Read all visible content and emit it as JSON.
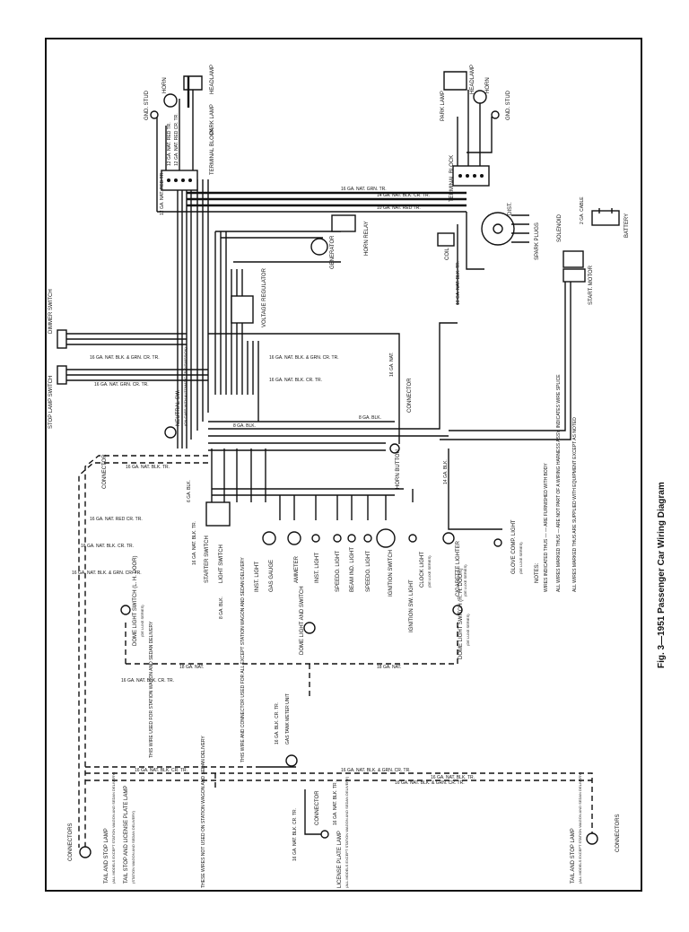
{
  "title": "Fig. 3—1951 Passenger Car Wiring Diagram",
  "notes": {
    "heading": "NOTES:",
    "items": [
      "WIRES INDICATED THUS — — ARE FURNISHED WITH BODY",
      "ALL WIRES MARKED THUS — ARE NOT PART OF A WIRING HARNESS ASSY. INDICATES WIRE SPLICE",
      "ALL WIRES MARKED THUS ARE SUPPLIED WITH EQUIPMENT EXCEPT AS NOTED"
    ]
  },
  "components": {
    "gnd_stud_left": "GND. STUD",
    "horn_left": "HORN",
    "headlamp_left": "HEADLAMP",
    "park_lamp_left": "PARK LAMP",
    "terminal_block_left": "TERMINAL BLOCK",
    "gnd_stud_right": "GND. STUD",
    "horn_right": "HORN",
    "headlamp_right": "HEADLAMP",
    "park_lamp_right": "PARK LAMP",
    "terminal_block_right": "TERMINAL BLOCK",
    "dist": "DIST.",
    "coil": "COIL",
    "spark_plugs": "SPARK PLUGS",
    "solenoid": "SOLENOID",
    "battery": "BATTERY",
    "start_motor": "START. MOTOR",
    "horn_relay": "HORN RELAY",
    "generator": "GENERATOR",
    "voltage_regulator": "VOLTAGE REGULATOR",
    "dimmer_switch": "DIMMER SWITCH",
    "stop_lamp_switch": "STOP LAMP SWITCH",
    "neutral_sw": "NEUTRAL SW.",
    "neutral_sw_note": "(ON CARS WITH AUTOMATIC TRANSMISSION)",
    "connector_left": "CONNECTOR",
    "connector_mid": "CONNECTOR",
    "horn_button": "HORN BUTTON",
    "starter_switch": "STARTER SWITCH",
    "light_switch": "LIGHT SWITCH",
    "inst_light_1": "INST. LIGHT",
    "gas_gauge": "GAS GAUGE",
    "ammeter": "AMMETER",
    "inst_light_2": "INST. LIGHT",
    "speedo_light_1": "SPEEDO. LIGHT",
    "beam_ind_light": "BEAM IND. LIGHT",
    "speedo_light_2": "SPEEDO. LIGHT",
    "ignition_switch": "IGNITION SWITCH",
    "ignition_sw_light": "IGNITION SW. LIGHT",
    "clock_light": "CLOCK LIGHT",
    "clock_light_note": "(DE LUXE SERIES)",
    "cigarette_lighter": "CIGARETTE LIGHTER",
    "cigarette_lighter_note": "(DE LUXE SERIES)",
    "glove_comp_light": "GLOVE COMP. LIGHT",
    "glove_comp_light_note": "(DE LUXE SERIES)",
    "dome_light_switch_lh": "DOME LIGHT SWITCH (L. H. DOOR)",
    "dome_light_switch_lh_note": "(DE LUXE SERIES)",
    "dome_light_and_switch": "DOME LIGHT AND SWITCH",
    "dome_light_switch_rh": "DOME LIGHT SWITCH (R. H. DOOR)",
    "dome_light_switch_rh_note": "(DE LUXE SERIES)",
    "wire_used_note": "THIS WIRE USED FOR STATION WAGON AND SEDAN DELIVERY",
    "connector_used_note": "THIS WIRE AND CONNECTOR USED FOR ALL EXCEPT STATION WAGON AND SEDAN DELIVERY",
    "gas_tank_unit": "GAS TANK METER UNIT",
    "connector_rear": "CONNECTOR",
    "not_used_note": "THESE WIRES NOT USED ON STATION WAGON AND SEDAN DELIVERY",
    "license_plate_lamp": "LICENSE PLATE LAMP",
    "license_plate_lamp_note": "(ALL MODELS EXCEPT STATION WAGON AND SEDAN DELIVERY)",
    "tail_stop_left": "TAIL AND STOP LAMP",
    "tail_stop_left_note": "(ALL MODELS EXCEPT STATION WAGON AND SEDAN DELIVERY)",
    "tail_stop_license_left": "TAIL STOP AND LICENSE PLATE LAMP",
    "tail_stop_license_left_note": "(STATION WAGON AND SEDAN DELIVERY)",
    "connectors_left": "CONNECTORS",
    "tail_stop_right": "TAIL AND STOP LAMP",
    "tail_stop_right_note": "(ALL MODELS EXCEPT STATION WAGON AND SEDAN DELIVERY)",
    "connectors_right": "CONNECTORS"
  },
  "wire_labels": {
    "w1": "12 GA. NAT. RED TR.",
    "w2": "12 GA. NAT. RED CR. TR.",
    "w3": "16 GA. NAT. BLK. & GRN. CR. TR.",
    "w4": "16 GA. NAT. BLK. CR. TR.",
    "w5": "16 GA. NAT. GRN. TR.",
    "w6": "14 GA. NAT. BLK. CR. TR.",
    "w7": "10 GA. NAT. RED TR.",
    "w8": "16 GA. NAT. BLK. & GRN. CR. TR.",
    "w9": "16 GA. NAT. GRN. CR. TR.",
    "w10": "16 GA. NAT.",
    "w11": "8 GA. BLK.",
    "w12": "8 GA. BLK.",
    "w13": "14 GA. BLK.",
    "w14": "16 GA. NAT. BLK. TR.",
    "w15": "16 GA. NAT. BLK. & GRN. CR. TR.",
    "w16": "16 GA. NAT. BLK. CR. TR.",
    "w17": "16 GA. NAT. RED CR. TR.",
    "w18": "18 GA. NAT.",
    "w19": "18 GA. NAT.",
    "w20": "16 GA. BLK. CR. TR.",
    "w21": "16 GA. NAT. BLK. CR. TR.",
    "w22": "16 GA. NAT. BLK. & GRN. CR. TR.",
    "w23": "16 GA. NAT. BLK. TR.",
    "w24": "16 GA. NAT. BLK. TR.",
    "w25": "16 GA. NAT. BLK. CR. TR.",
    "w26": "16 GA. NAT. BLK. & GRN. CR. TR.",
    "w27": "16 GA. NAT. BLK. CR. TR.",
    "w28": "16 GA. NAT. BLK. TR.",
    "w29": "6 GA. BLK.",
    "w30": "8 GA. BLK.",
    "w31": "2 GA. CABLE",
    "w32": "16 GA. NAT. BLK. TR.",
    "w33": "12 GA. NAT. RED TR."
  }
}
